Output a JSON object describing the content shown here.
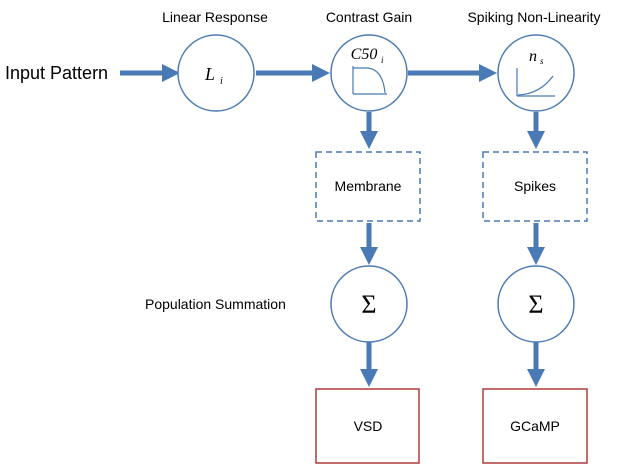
{
  "labels": {
    "input": "Input Pattern",
    "linear_response": "Linear Response",
    "contrast_gain": "Contrast Gain",
    "spiking_nonlinearity": "Spiking Non-Linearity",
    "population_summation": "Population Summation"
  },
  "nodes": {
    "linear": {
      "symbol": "L",
      "subscript": "i"
    },
    "contrast": {
      "symbol": "C50",
      "subscript": "i"
    },
    "spiking": {
      "symbol": "n",
      "subscript": "s"
    },
    "sum_membrane": {
      "symbol": "Σ"
    },
    "sum_spikes": {
      "symbol": "Σ"
    }
  },
  "boxes": {
    "membrane": "Membrane",
    "spikes": "Spikes",
    "vsd": "VSD",
    "gcamp": "GCaMP"
  },
  "icons": {
    "contrast_curve": "saturating-decay-curve-icon",
    "spiking_curve": "power-law-curve-icon"
  },
  "colors": {
    "flow": "#4a7ab5",
    "output_border": "#b03a3a"
  }
}
